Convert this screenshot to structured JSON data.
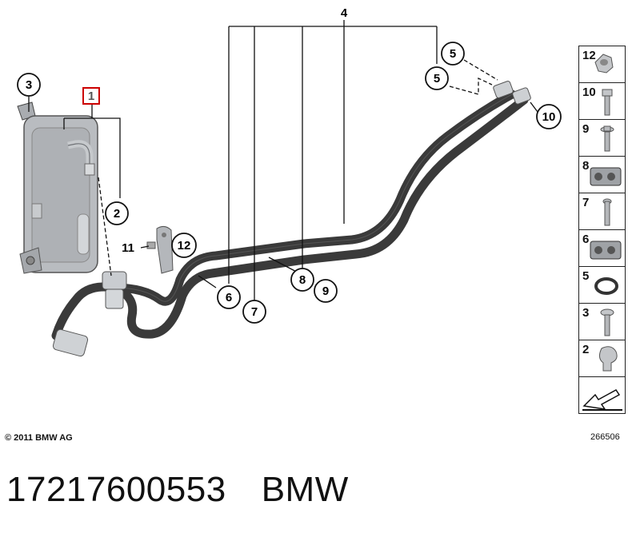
{
  "diagram": {
    "callouts": {
      "c1": "1",
      "c2": "2",
      "c3": "3",
      "c4": "4",
      "c5a": "5",
      "c5b": "5",
      "c6": "6",
      "c7": "7",
      "c8": "8",
      "c9": "9",
      "c10": "10",
      "c11": "11",
      "c12": "12"
    },
    "side_items": [
      "12",
      "10",
      "9",
      "8",
      "7",
      "6",
      "5",
      "3",
      "2"
    ],
    "copyright": "© 2011 BMW AG",
    "image_number": "266506"
  },
  "caption": {
    "part_number": "17217600553",
    "brand": "BMW"
  },
  "colors": {
    "hose": "#3a3a3a",
    "cooler": "#b9bcc0",
    "outline": "#222222",
    "highlight": "#cc0000"
  }
}
